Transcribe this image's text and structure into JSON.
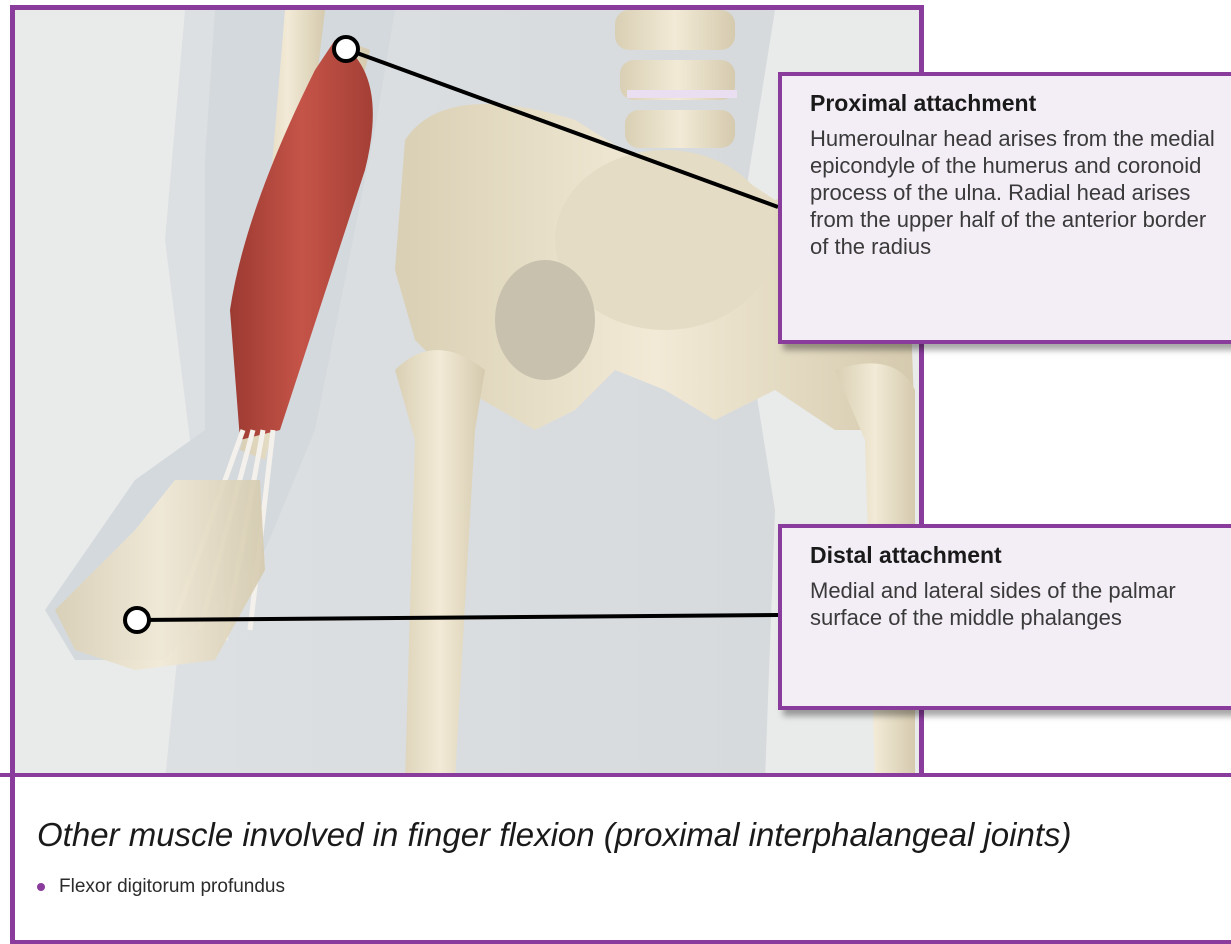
{
  "proximal": {
    "heading": "Proximal attachment",
    "text": "Humeroulnar head arises from the medial epicondyle of the humerus and coronoid process of the ulna. Radial head arises from the upper half of the anterior border of the radius"
  },
  "distal": {
    "heading": "Distal attachment",
    "text": "Medial and lateral sides of the palmar surface of the middle phalanges"
  },
  "section": {
    "title": "Other muscle involved in finger flexion (proximal interphalangeal joints)",
    "items": [
      {
        "label": "Flexor digitorum profundus"
      }
    ]
  },
  "colors": {
    "accent": "#8a3c9c",
    "callout_bg": "#f3edf6",
    "muscle": "#b8473e",
    "bone": "#efe6cf"
  }
}
